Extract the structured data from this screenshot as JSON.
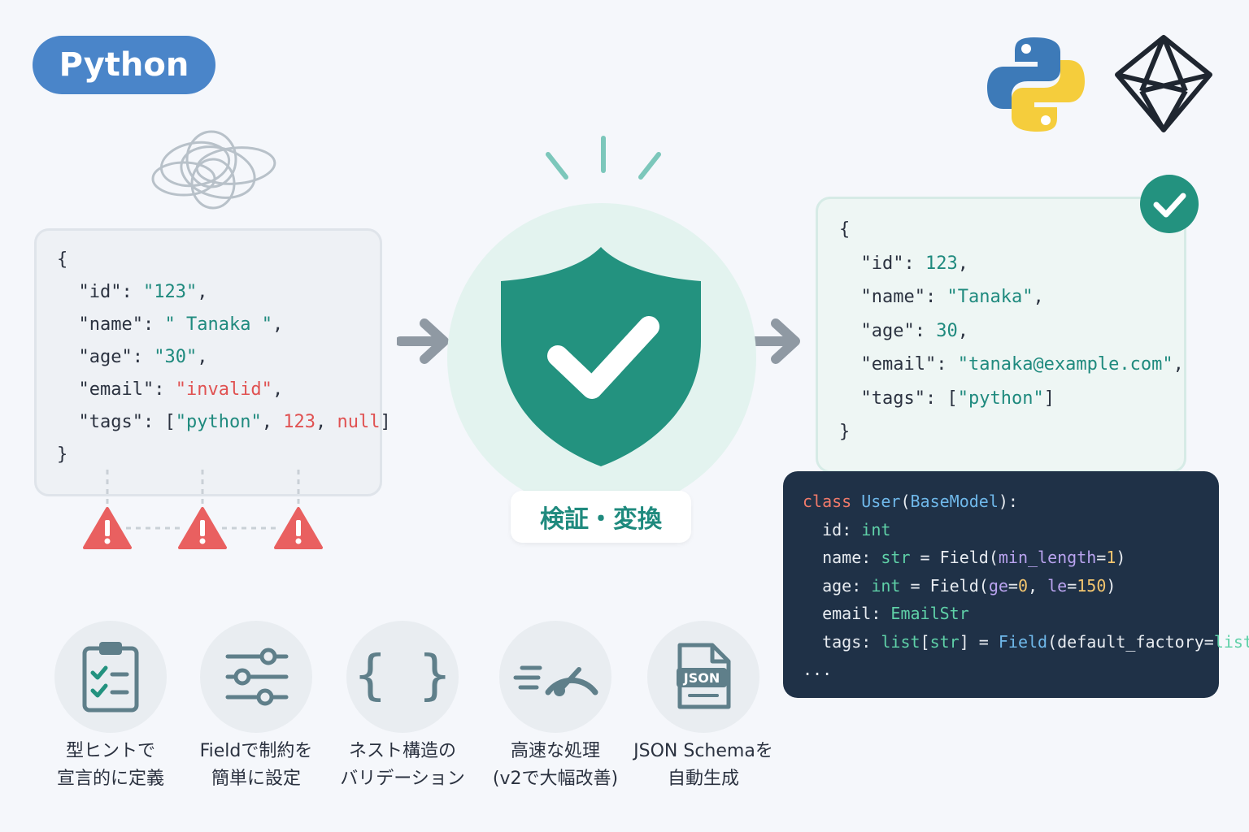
{
  "badge": {
    "label": "Python"
  },
  "input_json": {
    "open": "{",
    "close": "}",
    "lines": [
      {
        "key": "\"id\"",
        "value": "\"123\""
      },
      {
        "key": "\"name\"",
        "value": "\" Tanaka \""
      },
      {
        "key": "\"age\"",
        "value": "\"30\""
      },
      {
        "key": "\"email\"",
        "value": "\"invalid\""
      },
      {
        "key": "\"tags\"",
        "v1": "\"python\"",
        "v2": "123",
        "v3": "null"
      }
    ]
  },
  "validator": {
    "label": "検証・変換",
    "color": "#23927f"
  },
  "output_json": {
    "open": "{",
    "close": "}",
    "lines": [
      {
        "key": "\"id\"",
        "value": "123"
      },
      {
        "key": "\"name\"",
        "value": "\"Tanaka\""
      },
      {
        "key": "\"age\"",
        "value": "30"
      },
      {
        "key": "\"email\"",
        "value": "\"tanaka@example.com\""
      },
      {
        "key": "\"tags\"",
        "value": "\"python\""
      }
    ]
  },
  "model_code": {
    "kw_class": "class",
    "class_name": "User",
    "base": "BaseModel",
    "f_id": "id",
    "t_int": "int",
    "f_name": "name",
    "t_str": "str",
    "fn_field": "Field",
    "a_min": "min_length",
    "v_1": "1",
    "f_age": "age",
    "a_ge": "ge",
    "v_0": "0",
    "a_le": "le",
    "v_150": "150",
    "f_email": "email",
    "t_email": "EmailStr",
    "f_tags": "tags",
    "t_list": "list",
    "a_default": "default_factory",
    "ellipsis": "..."
  },
  "features": [
    {
      "icon": "clipboard-checklist-icon",
      "line1": "型ヒントで",
      "line2": "宣言的に定義"
    },
    {
      "icon": "sliders-icon",
      "line1": "Fieldで制約を",
      "line2": "簡単に設定"
    },
    {
      "icon": "braces-icon",
      "line1": "ネスト構造の",
      "line2": "バリデーション"
    },
    {
      "icon": "speedometer-icon",
      "line1": "高速な処理",
      "line2": "(v2で大幅改善)"
    },
    {
      "icon": "json-file-icon",
      "line1": "JSON Schemaを",
      "line2": "自動生成"
    }
  ],
  "file_icon_text": "JSON",
  "colors": {
    "accent": "#23927f",
    "error": "#e96060",
    "python_blue": "#3d7ab8",
    "python_yellow": "#f5cd3c",
    "dark_panel": "#1f3147"
  }
}
